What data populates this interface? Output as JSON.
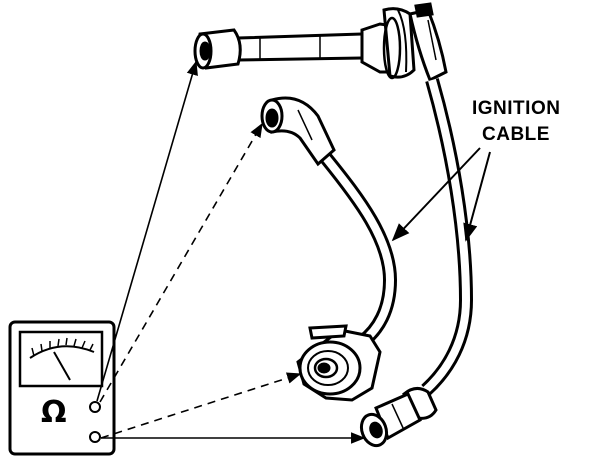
{
  "labels": {
    "line1": "IGNITION",
    "line2": "CABLE"
  },
  "meter": {
    "symbol": "Ω",
    "icon": "ohmmeter-icon"
  },
  "colors": {
    "ink": "#000000",
    "paper": "#ffffff"
  }
}
